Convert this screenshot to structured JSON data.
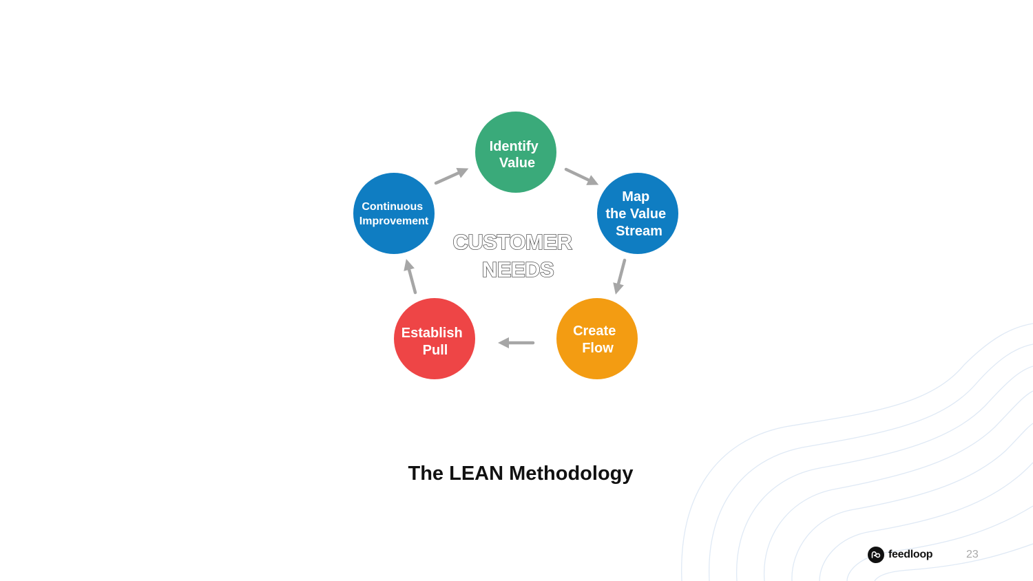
{
  "diagram": {
    "nodes": [
      {
        "id": "identify-value",
        "lines": [
          "Identify",
          "Value"
        ],
        "color": "#3aaa7a"
      },
      {
        "id": "map-value-stream",
        "lines": [
          "Map",
          "the Value",
          "Stream"
        ],
        "color": "#0f7dc2"
      },
      {
        "id": "create-flow",
        "lines": [
          "Create",
          "Flow"
        ],
        "color": "#f39c12"
      },
      {
        "id": "establish-pull",
        "lines": [
          "Establish",
          "Pull"
        ],
        "color": "#ee4546"
      },
      {
        "id": "continuous-improvement",
        "lines": [
          "Continuous",
          "Improvement"
        ],
        "color": "#0f7dc2"
      }
    ],
    "center_lines": [
      "CUSTOMER",
      "NEEDS"
    ],
    "arrow_color": "#a6a6a6"
  },
  "caption": "The LEAN Methodology",
  "brand": {
    "name": "feedloop"
  },
  "page_number": "23"
}
